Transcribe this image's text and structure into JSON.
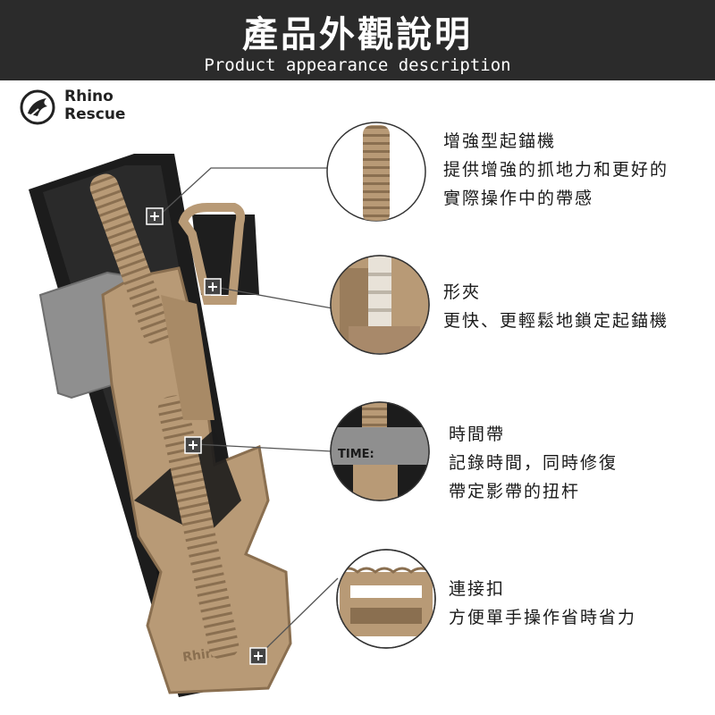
{
  "header": {
    "title": "產品外觀說明",
    "subtitle": "Product appearance description"
  },
  "brand": {
    "name_line1": "Rhino",
    "name_line2": "Rescue",
    "icon": "rhino-logo-icon"
  },
  "product": {
    "time_label": "TIME:",
    "embossed_brand": "Rhino"
  },
  "features": [
    {
      "title": "增強型起錨機",
      "lines": [
        "提供增強的抓地力和更好的",
        "實際操作中的帶感"
      ]
    },
    {
      "title": "形夾",
      "lines": [
        "更快、更輕鬆地鎖定起錨機"
      ]
    },
    {
      "title": "時間帶",
      "lines": [
        "記錄時間，同時修復",
        "帶定影帶的扭杆"
      ]
    },
    {
      "title": "連接扣",
      "lines": [
        "方便單手操作省時省力"
      ]
    }
  ],
  "colors": {
    "header_bg": "#2b2b2b",
    "tan": "#b89a76",
    "strap": "#1c1c1c",
    "grey_band": "#8f8f8f"
  }
}
